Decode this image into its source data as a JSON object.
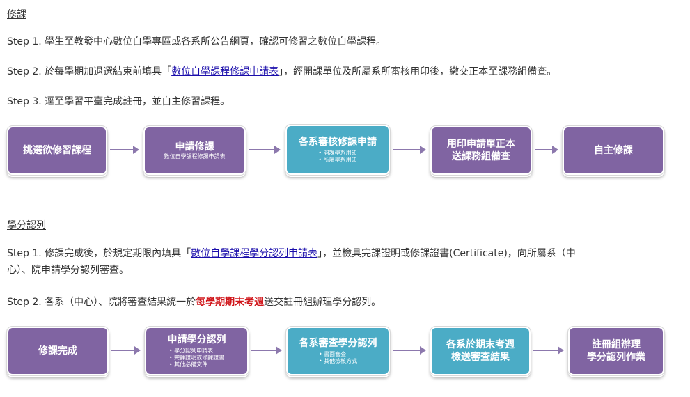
{
  "section1": {
    "heading": "修課",
    "step1": "Step 1. 學生至教發中心數位自學專區或各系所公告網頁，確認可修習之數位自學課程。",
    "step2_before": "Step 2. 於每學期加退選結束前填具「",
    "step2_link": "數位自學課程修課申請表",
    "step2_after": "」，經開課單位及所屬系所審核用印後，繳交正本至課務組備查。",
    "step3": "Step 3. 逕至學習平臺完成註冊，並自主修習課程。",
    "flow": [
      {
        "title": "挑選欲修習課程"
      },
      {
        "title": "申請修課",
        "sub": "數位自學課程修課申請表"
      },
      {
        "title": "各系審核修課申請",
        "items": [
          "開課學系用印",
          "所屬學系用印"
        ]
      },
      {
        "title": "用印申請單正本",
        "title2": "送課務組備查"
      },
      {
        "title": "自主修課"
      }
    ]
  },
  "section2": {
    "heading": "學分認列",
    "step1_before": "Step 1. 修課完成後，於規定期限內填具「",
    "step1_link": "數位自學課程學分認列申請表",
    "step1_after": "」，並檢具完課證明或修課證書(Certificate)，向所屬系（中",
    "step1_line2": "心）、院申請學分認列審查。",
    "step2_before": "Step 2. 各系（中心）、院將審查結果統一於",
    "step2_red": "每學期期末考週",
    "step2_after": "送交註冊組辦理學分認列。",
    "flow": [
      {
        "title": "修課完成"
      },
      {
        "title": "申請學分認列",
        "items": [
          "學分認列申請表",
          "完課證明或修課證書",
          "其他必備文件"
        ]
      },
      {
        "title": "各系審查學分認列",
        "items": [
          "書面審查",
          "其他檢核方式"
        ]
      },
      {
        "title": "各系於期末考週",
        "title2": "檢送審查結果"
      },
      {
        "title": "註冊組辦理",
        "title2": "學分認列作業"
      }
    ]
  },
  "colors": {
    "purple": "#8064a2",
    "teal": "#4bacc6",
    "arrow": "#8c78ad",
    "link": "#1a0dab",
    "highlight": "#d0161b"
  }
}
